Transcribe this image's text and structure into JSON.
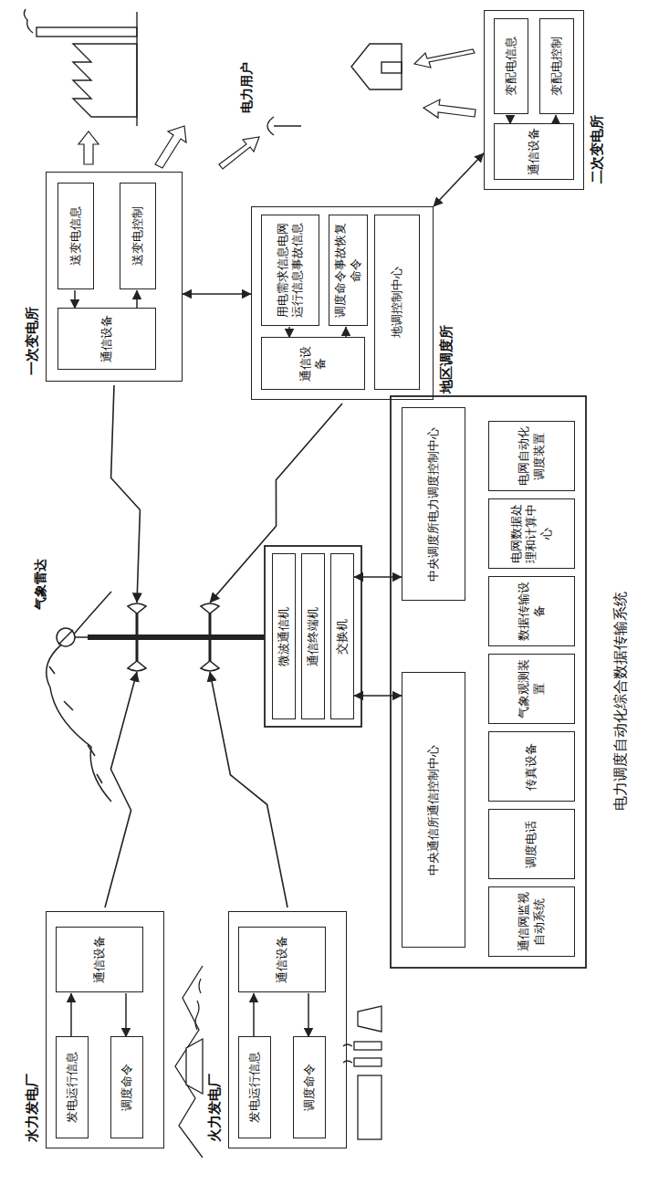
{
  "diagram": {
    "caption": "电力调度自动化综合数据传输系统",
    "nodes": [
      {
        "text": [
          "水力发电厂"
        ]
      },
      {
        "text": [
          "发电运行信息"
        ],
        "in": 0
      },
      {
        "text": [
          "调度命令"
        ],
        "in": 0
      },
      {
        "text": [
          "通信设备"
        ],
        "in": 0
      },
      {
        "text": [
          "火力发电厂"
        ]
      },
      {
        "text": [
          "发电运行信息"
        ],
        "in": 4
      },
      {
        "text": [
          "调度命令"
        ],
        "in": 4
      },
      {
        "text": [
          "通信设备"
        ],
        "in": 4
      },
      {
        "text": [
          "微波通信机"
        ]
      },
      {
        "text": [
          "通信终端机"
        ]
      },
      {
        "text": [
          "交换机"
        ]
      },
      {
        "text": [
          "中央通信所通信控制中心"
        ]
      },
      {
        "text": [
          "中央调度所电力调度控制中心"
        ]
      },
      {
        "text": [
          "通信网监视自动系统"
        ]
      },
      {
        "text": [
          "调度电话"
        ]
      },
      {
        "text": [
          "传真设备"
        ]
      },
      {
        "text": [
          "气象观测装置"
        ]
      },
      {
        "text": [
          "数据传输设备"
        ]
      },
      {
        "text": [
          "电网数据处理和计算中心"
        ]
      },
      {
        "text": [
          "电网自动化调度装置"
        ]
      },
      {
        "text": [
          "一次变电所"
        ]
      },
      {
        "text": [
          "送变电信息"
        ],
        "in": 20
      },
      {
        "text": [
          "送变电控制"
        ],
        "in": 20
      },
      {
        "text": [
          "通信设备"
        ],
        "in": 20
      },
      {
        "text": [
          "地区调度所"
        ]
      },
      {
        "text": [
          "用电需求信息电网运行信息事故信息"
        ],
        "in": 24
      },
      {
        "text": [
          "调度命令事故恢复命令"
        ],
        "in": 24
      },
      {
        "text": [
          "通信设备"
        ],
        "in": 24
      },
      {
        "text": [
          "地调控制中心"
        ],
        "in": 24
      },
      {
        "text": [
          "二次变电所"
        ]
      },
      {
        "text": [
          "变配电信息"
        ],
        "in": 29
      },
      {
        "text": [
          "变配电控制"
        ],
        "in": 29
      },
      {
        "text": [
          "通信设备"
        ],
        "in": 29
      }
    ],
    "edges": [
      {
        "from": 1,
        "to": 3,
        "arrow": "to"
      },
      {
        "from": 3,
        "to": 2,
        "arrow": "to"
      },
      {
        "from": 5,
        "to": 7,
        "arrow": "to"
      },
      {
        "from": 7,
        "to": 6,
        "arrow": "to"
      },
      {
        "from": 10,
        "to": 11,
        "arrow": "both"
      },
      {
        "from": 10,
        "to": 12,
        "arrow": "both"
      },
      {
        "from": 21,
        "to": 23,
        "arrow": "to"
      },
      {
        "from": 23,
        "to": 22,
        "arrow": "to"
      },
      {
        "from": 20,
        "to": 24,
        "arrow": "both"
      },
      {
        "from": 25,
        "to": 27,
        "arrow": "to"
      },
      {
        "from": 27,
        "to": 26,
        "arrow": "to"
      },
      {
        "from": 24,
        "to": 29,
        "arrow": "both"
      },
      {
        "from": 30,
        "to": 32,
        "arrow": "to"
      },
      {
        "from": 32,
        "to": 31,
        "arrow": "to"
      }
    ],
    "labels": [
      "气象雷达",
      "电力用户"
    ]
  }
}
